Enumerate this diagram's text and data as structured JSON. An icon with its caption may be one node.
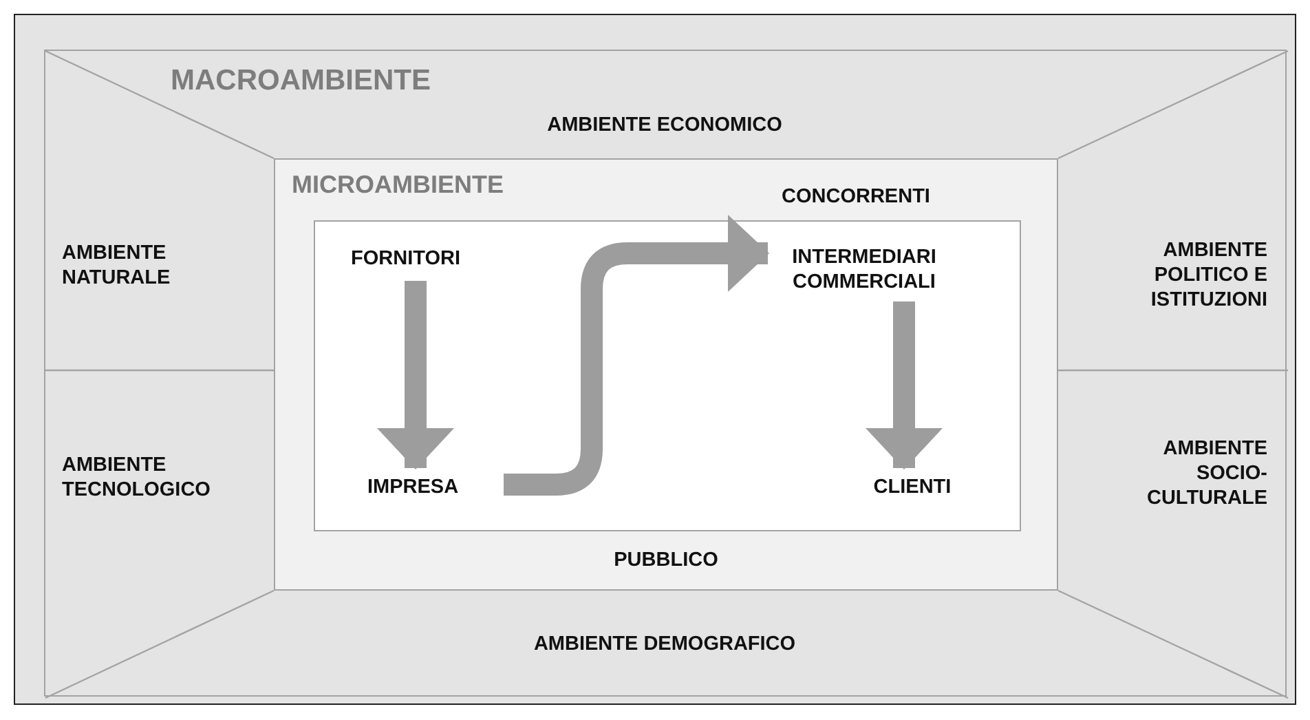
{
  "diagram": {
    "nodes": [
      {
        "text": [
          "MACROAMBIENTE"
        ]
      },
      {
        "text": [
          "AMBIENTE ECONOMICO"
        ],
        "in": 0
      },
      {
        "text": [
          "AMBIENTE NATURALE"
        ],
        "in": 0
      },
      {
        "text": [
          "MICROAMBIENTE",
          "CONCORRENTI",
          "PUBBLICO"
        ],
        "in": 0
      },
      {
        "text": [],
        "shape": "box",
        "in": 3
      },
      {
        "text": [
          "FORNITORI"
        ],
        "in": 4
      },
      {
        "text": [
          "INTERMEDIARI COMMERCIALI"
        ],
        "in": 4
      },
      {
        "text": [
          "AMBIENTE POLITICO E ISTITUZIONI"
        ],
        "in": 0
      },
      {
        "text": [
          "AMBIENTE TECNOLOGICO"
        ],
        "in": 0
      },
      {
        "text": [
          "IMPRESA"
        ],
        "in": 4
      },
      {
        "text": [
          "CLIENTI"
        ],
        "in": 4
      },
      {
        "text": [
          "AMBIENTE SOCIO- CULTURALE"
        ],
        "in": 0
      },
      {
        "text": [
          "AMBIENTE DEMOGRAFICO"
        ],
        "in": 0
      }
    ],
    "edges": [
      {
        "from": 5,
        "to": 9,
        "arrow": "to"
      },
      {
        "from": 9,
        "to": 6,
        "arrow": "to"
      },
      {
        "from": 6,
        "to": 10,
        "arrow": "to"
      }
    ]
  }
}
